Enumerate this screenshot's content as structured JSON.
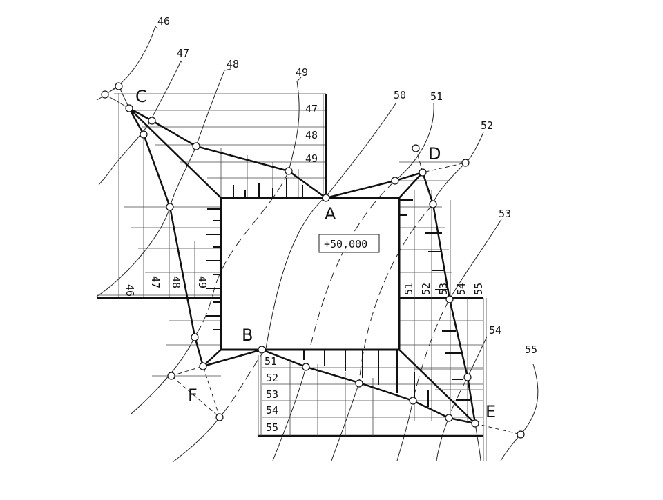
{
  "contour_labels": [
    "46",
    "47",
    "48",
    "49",
    "50",
    "51",
    "52",
    "53",
    "54",
    "55"
  ],
  "point_labels": {
    "A": "A",
    "B": "B",
    "C": "C",
    "D": "D",
    "E": "E",
    "F": "F"
  },
  "grid_labels": {
    "top_left": [
      "47",
      "48",
      "49"
    ],
    "left_vertical": [
      "46",
      "47",
      "48",
      "49"
    ],
    "right_vertical": [
      "51",
      "52",
      "53",
      "54",
      "55"
    ],
    "bottom": [
      "51",
      "52",
      "53",
      "54",
      "55"
    ]
  },
  "platform_elevation": "+50,000",
  "colors": {
    "line": "#111111",
    "background": "#ffffff"
  }
}
